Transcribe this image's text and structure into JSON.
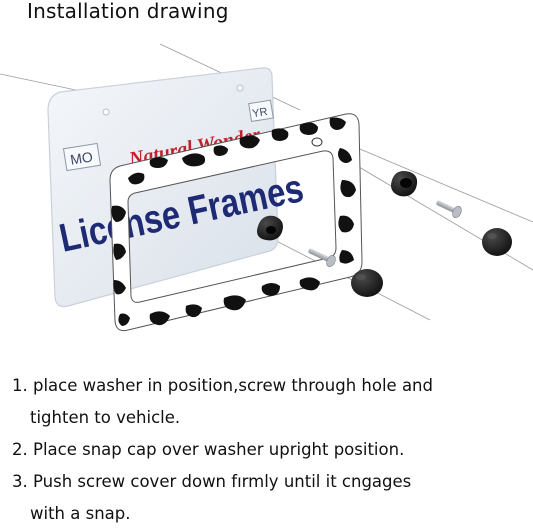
{
  "title": "Installation drawing",
  "plate": {
    "state_code": "MO",
    "year_tag": "YR",
    "script_text": "Natural Wonder",
    "main_text": "License Frames"
  },
  "steps": [
    {
      "line1": "1. place washer in position,screw through hole and",
      "line2": "tighten to vehicle."
    },
    {
      "line1": "2. Place snap cap over washer upright position.",
      "line2": ""
    },
    {
      "line1": "3. Push screw cover down fırmly until it cngages",
      "line2": "with a snap."
    }
  ],
  "colors": {
    "plate_bg": "#e9eef4",
    "plate_text": "#1e2a73",
    "script": "#c21f2a",
    "cap": "#1a1a1a",
    "frame_pattern_black": "#111111",
    "frame_pattern_white": "#ffffff"
  }
}
